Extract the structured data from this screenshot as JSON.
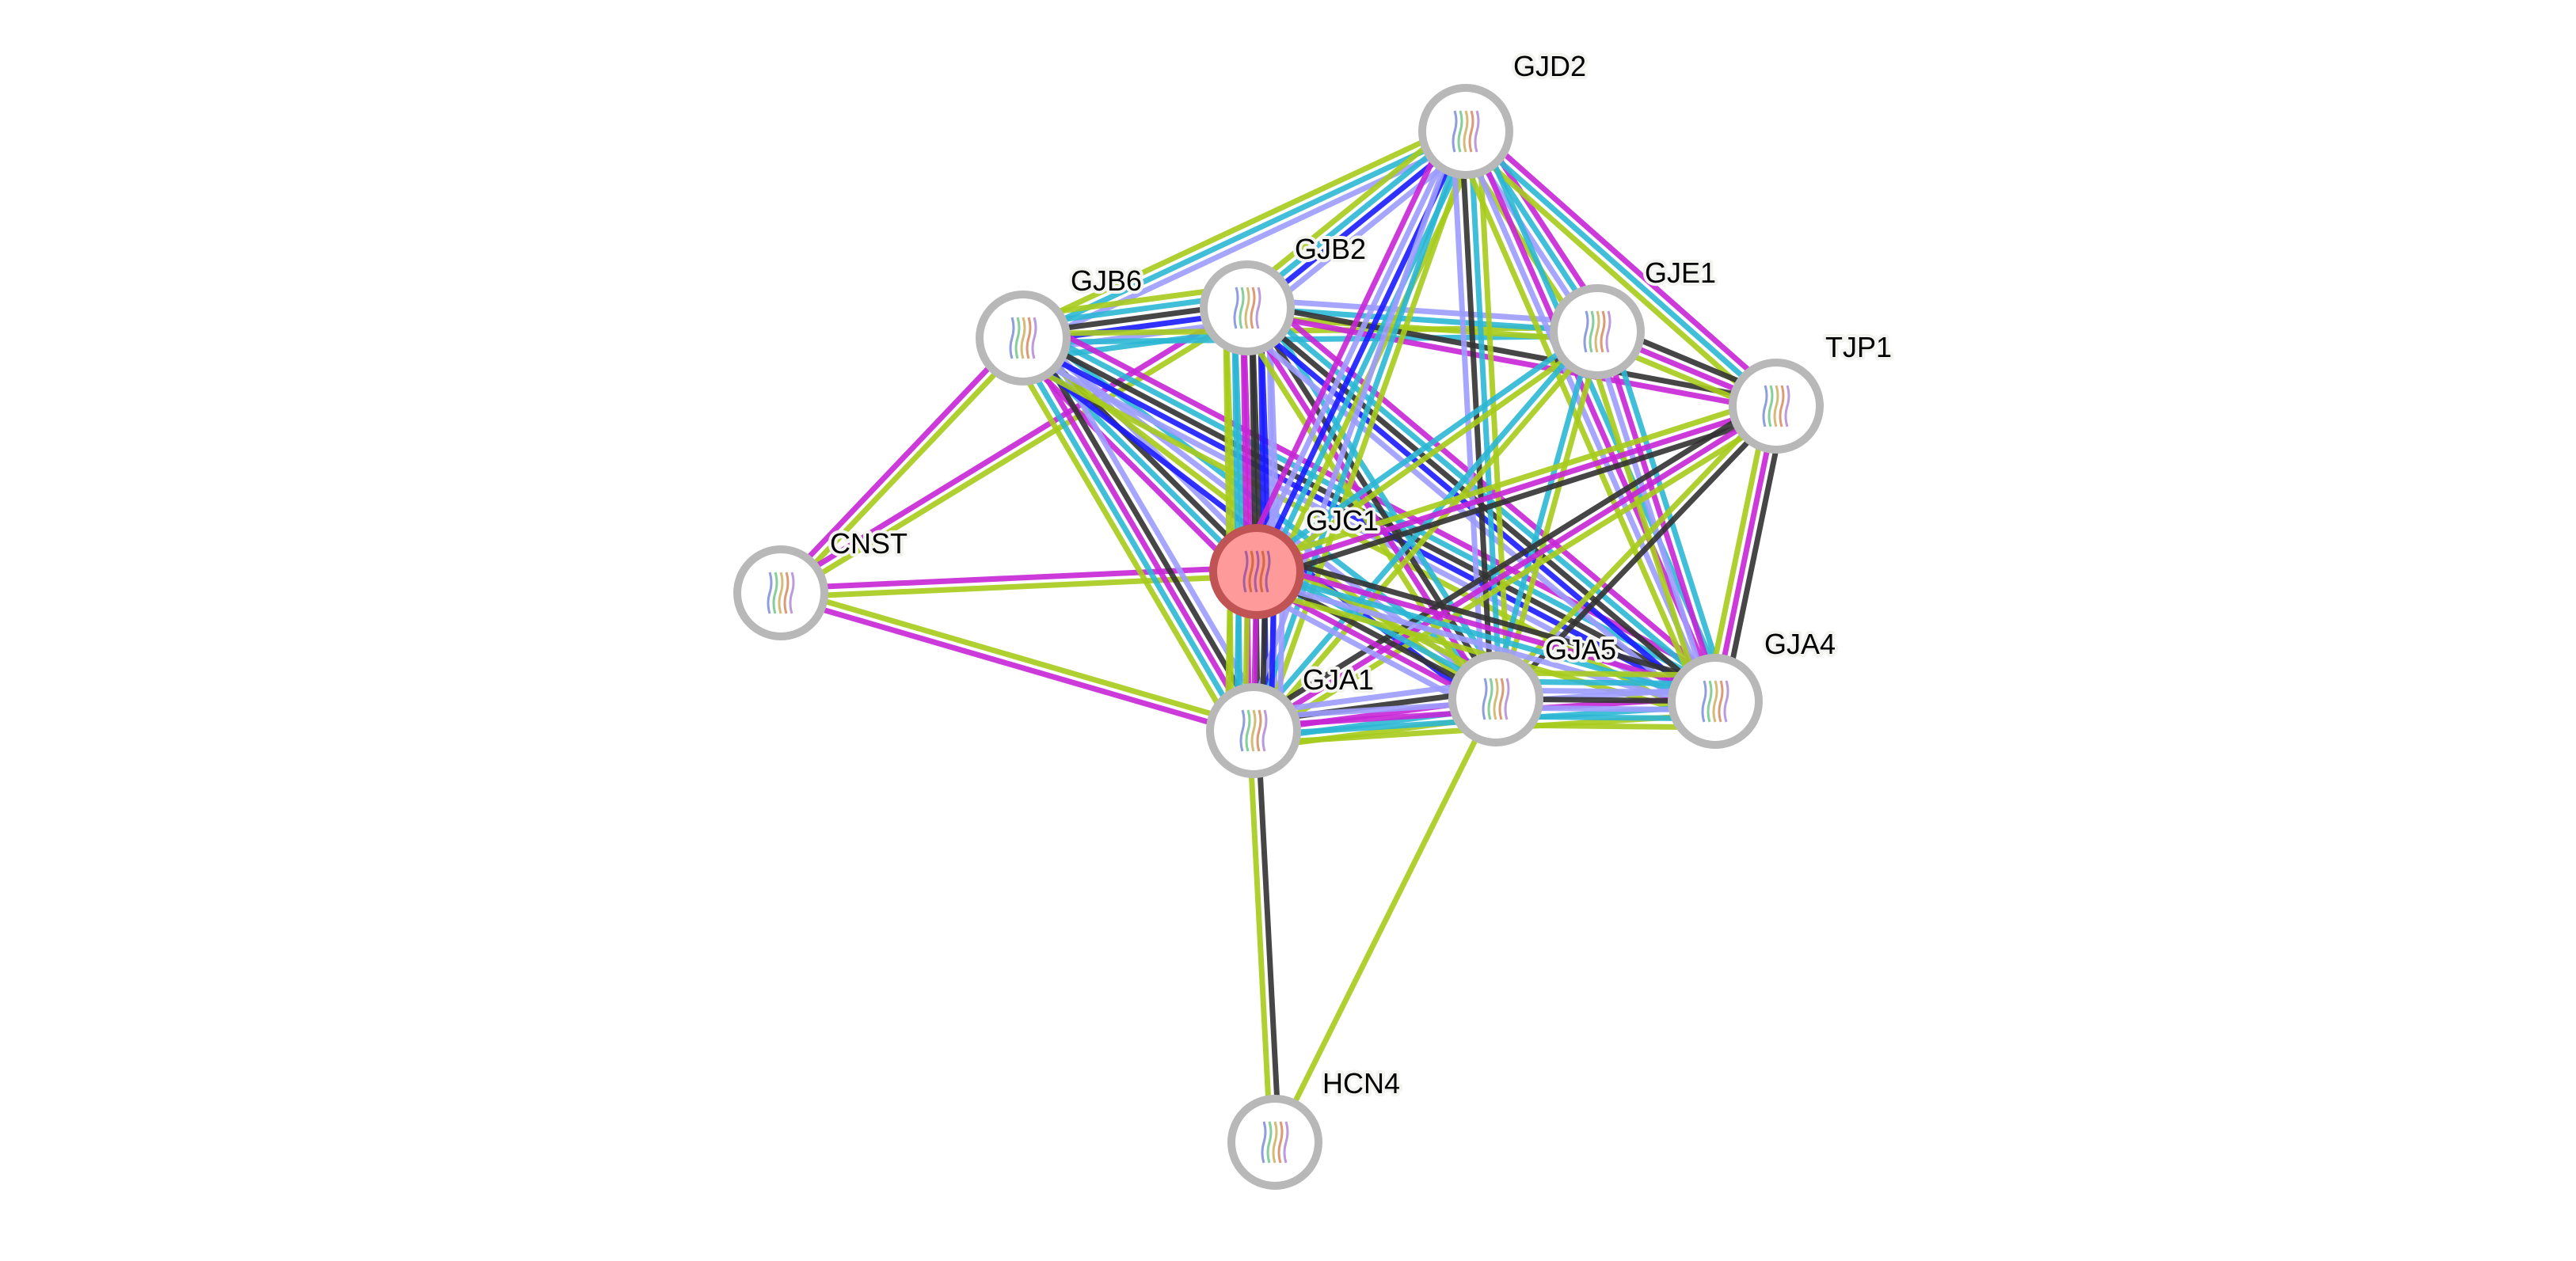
{
  "title": "Protein interaction network",
  "query_protein": "GJC1",
  "evidence_colors": {
    "experiments": "#c726d6",
    "databases": "#2db7d4",
    "textmining": "#a8cc1c",
    "coexpression": "#333333",
    "homology": "#9d9dff",
    "cooccurrence": "#1b1bff"
  },
  "nodes": [
    {
      "id": "GJD2",
      "label": "GJD2",
      "query": false
    },
    {
      "id": "GJB6",
      "label": "GJB6",
      "query": false
    },
    {
      "id": "GJB2",
      "label": "GJB2",
      "query": false
    },
    {
      "id": "GJE1",
      "label": "GJE1",
      "query": false
    },
    {
      "id": "TJP1",
      "label": "TJP1",
      "query": false
    },
    {
      "id": "CNST",
      "label": "CNST",
      "query": false
    },
    {
      "id": "GJC1",
      "label": "GJC1",
      "query": true
    },
    {
      "id": "GJA1",
      "label": "GJA1",
      "query": false
    },
    {
      "id": "GJA5",
      "label": "GJA5",
      "query": false
    },
    {
      "id": "GJA4",
      "label": "GJA4",
      "query": false
    },
    {
      "id": "HCN4",
      "label": "HCN4",
      "query": false
    }
  ],
  "edges": [
    {
      "source": "CNST",
      "target": "GJB6",
      "evidence": [
        "experiments",
        "textmining"
      ]
    },
    {
      "source": "CNST",
      "target": "GJB2",
      "evidence": [
        "experiments",
        "textmining"
      ]
    },
    {
      "source": "CNST",
      "target": "GJC1",
      "evidence": [
        "experiments",
        "textmining"
      ]
    },
    {
      "source": "CNST",
      "target": "GJA1",
      "evidence": [
        "textmining",
        "experiments"
      ]
    },
    {
      "source": "GJB6",
      "target": "GJD2",
      "evidence": [
        "textmining",
        "databases",
        "homology"
      ]
    },
    {
      "source": "GJB6",
      "target": "GJB2",
      "evidence": [
        "textmining",
        "databases",
        "coexpression",
        "cooccurrence",
        "homology",
        "databases"
      ]
    },
    {
      "source": "GJB6",
      "target": "GJE1",
      "evidence": [
        "textmining",
        "databases"
      ]
    },
    {
      "source": "GJB6",
      "target": "GJC1",
      "evidence": [
        "homology",
        "coexpression",
        "databases",
        "experiments"
      ]
    },
    {
      "source": "GJB6",
      "target": "GJA1",
      "evidence": [
        "homology",
        "coexpression",
        "experiments",
        "databases",
        "textmining"
      ]
    },
    {
      "source": "GJB6",
      "target": "GJA5",
      "evidence": [
        "databases",
        "homology",
        "textmining",
        "cooccurrence"
      ]
    },
    {
      "source": "GJB6",
      "target": "GJA4",
      "evidence": [
        "experiments",
        "databases",
        "coexpression",
        "cooccurrence",
        "homology",
        "textmining"
      ]
    },
    {
      "source": "GJB2",
      "target": "GJD2",
      "evidence": [
        "textmining",
        "databases",
        "cooccurrence",
        "homology"
      ]
    },
    {
      "source": "GJB2",
      "target": "GJE1",
      "evidence": [
        "homology",
        "databases",
        "textmining"
      ]
    },
    {
      "source": "GJB2",
      "target": "TJP1",
      "evidence": [
        "coexpression",
        "experiments"
      ]
    },
    {
      "source": "GJB2",
      "target": "GJC1",
      "evidence": [
        "homology",
        "cooccurrence",
        "coexpression",
        "experiments",
        "databases",
        "textmining"
      ]
    },
    {
      "source": "GJB2",
      "target": "GJA1",
      "evidence": [
        "homology",
        "cooccurrence",
        "coexpression",
        "experiments",
        "databases",
        "textmining"
      ]
    },
    {
      "source": "GJB2",
      "target": "GJA5",
      "evidence": [
        "databases",
        "coexpression",
        "experiments",
        "textmining"
      ]
    },
    {
      "source": "GJB2",
      "target": "GJA4",
      "evidence": [
        "experiments",
        "databases",
        "coexpression",
        "cooccurrence",
        "homology"
      ]
    },
    {
      "source": "GJD2",
      "target": "GJE1",
      "evidence": [
        "experiments",
        "databases",
        "homology",
        "textmining"
      ]
    },
    {
      "source": "GJD2",
      "target": "TJP1",
      "evidence": [
        "experiments",
        "databases",
        "textmining"
      ]
    },
    {
      "source": "GJD2",
      "target": "GJC1",
      "evidence": [
        "textmining",
        "databases",
        "cooccurrence",
        "homology",
        "experiments"
      ]
    },
    {
      "source": "GJD2",
      "target": "GJA1",
      "evidence": [
        "textmining",
        "databases",
        "homology"
      ]
    },
    {
      "source": "GJD2",
      "target": "GJA5",
      "evidence": [
        "textmining",
        "databases",
        "coexpression",
        "homology"
      ]
    },
    {
      "source": "GJD2",
      "target": "GJA4",
      "evidence": [
        "databases",
        "experiments",
        "homology",
        "textmining"
      ]
    },
    {
      "source": "GJE1",
      "target": "TJP1",
      "evidence": [
        "coexpression",
        "experiments",
        "textmining"
      ]
    },
    {
      "source": "GJE1",
      "target": "GJC1",
      "evidence": [
        "textmining",
        "databases"
      ]
    },
    {
      "source": "GJE1",
      "target": "GJA1",
      "evidence": [
        "textmining",
        "databases"
      ]
    },
    {
      "source": "GJE1",
      "target": "GJA5",
      "evidence": [
        "textmining",
        "databases"
      ]
    },
    {
      "source": "GJE1",
      "target": "GJA4",
      "evidence": [
        "databases",
        "experiments",
        "homology",
        "textmining"
      ]
    },
    {
      "source": "TJP1",
      "target": "GJC1",
      "evidence": [
        "coexpression",
        "experiments",
        "textmining"
      ]
    },
    {
      "source": "TJP1",
      "target": "GJA1",
      "evidence": [
        "textmining",
        "experiments",
        "coexpression"
      ]
    },
    {
      "source": "TJP1",
      "target": "GJA5",
      "evidence": [
        "coexpression",
        "textmining"
      ]
    },
    {
      "source": "TJP1",
      "target": "GJA4",
      "evidence": [
        "coexpression",
        "experiments",
        "textmining"
      ]
    },
    {
      "source": "GJC1",
      "target": "GJA1",
      "evidence": [
        "homology",
        "cooccurrence",
        "coexpression",
        "experiments",
        "textmining",
        "databases",
        "textmining"
      ]
    },
    {
      "source": "GJC1",
      "target": "GJA5",
      "evidence": [
        "textmining",
        "databases",
        "coexpression",
        "experiments",
        "homology"
      ]
    },
    {
      "source": "GJC1",
      "target": "GJA4",
      "evidence": [
        "coexpression",
        "experiments",
        "databases",
        "homology",
        "textmining"
      ]
    },
    {
      "source": "GJA1",
      "target": "GJA5",
      "evidence": [
        "homology",
        "coexpression",
        "experiments",
        "databases",
        "textmining"
      ]
    },
    {
      "source": "GJA1",
      "target": "GJA4",
      "evidence": [
        "homology",
        "experiments",
        "databases",
        "textmining"
      ]
    },
    {
      "source": "GJA1",
      "target": "HCN4",
      "evidence": [
        "coexpression",
        "textmining"
      ]
    },
    {
      "source": "GJA5",
      "target": "GJA4",
      "evidence": [
        "textmining",
        "databases",
        "homology",
        "coexpression",
        "homology",
        "databases",
        "textmining"
      ]
    },
    {
      "source": "GJA5",
      "target": "HCN4",
      "evidence": [
        "textmining"
      ]
    }
  ]
}
